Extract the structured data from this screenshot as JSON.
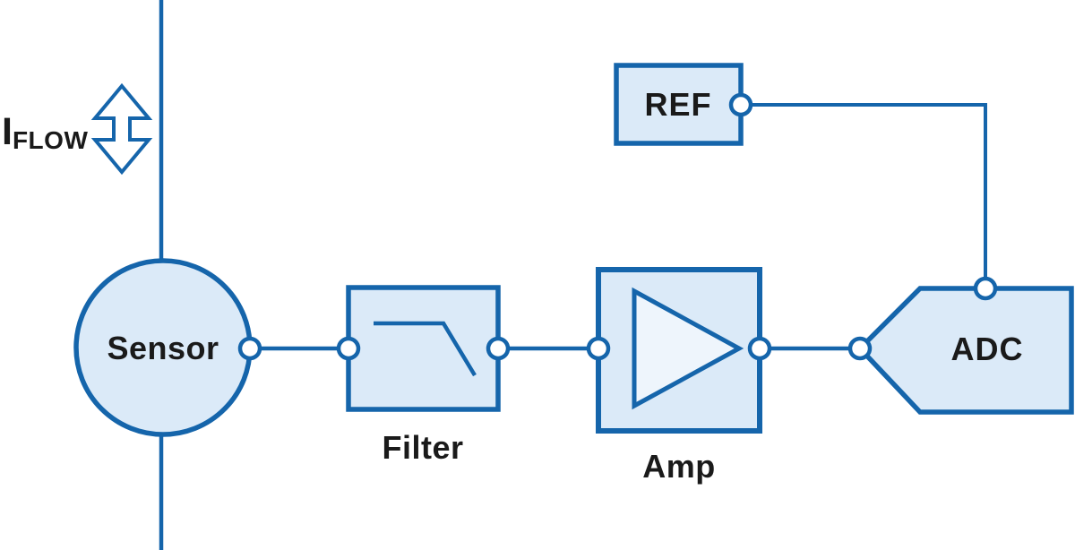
{
  "diagram": {
    "kind": "signal-chain-block-diagram",
    "colors": {
      "stroke_blue": "#1565ab",
      "fill_light_blue": "#dbeaf8",
      "fill_triangle": "#eef5fc",
      "terminal_fill": "#ffffff",
      "label_black": "#1a1a1a",
      "background": "#ffffff"
    },
    "labels": {
      "current": {
        "base": "I",
        "subscript": "FLOW"
      },
      "sensor": "Sensor",
      "filter": "Filter",
      "amp": "Amp",
      "adc": "ADC",
      "ref": "REF"
    }
  }
}
